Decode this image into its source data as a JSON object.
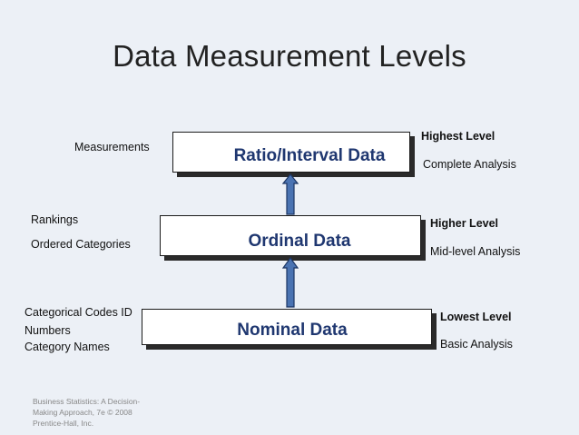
{
  "title": "Data Measurement Levels",
  "levels": [
    {
      "name": "Ratio/Interval Data",
      "examples": [
        "Measurements"
      ],
      "rank": "Highest Level",
      "analysis": "Complete Analysis"
    },
    {
      "name": "Ordinal Data",
      "examples": [
        "Rankings",
        "Ordered Categories"
      ],
      "rank": "Higher Level",
      "analysis": "Mid-level Analysis"
    },
    {
      "name": "Nominal Data",
      "examples": [
        "Categorical Codes ID",
        "Numbers",
        "Category Names"
      ],
      "rank": "Lowest Level",
      "analysis": "Basic Analysis"
    }
  ],
  "credit": [
    "Business Statistics: A Decision-",
    "Making Approach, 7e © 2008",
    "Prentice-Hall, Inc."
  ],
  "colors": {
    "background": "#ecf0f6",
    "box_text": "#1f3770",
    "arrow_fill": "#4a73b2",
    "arrow_stroke": "#1c3563"
  }
}
